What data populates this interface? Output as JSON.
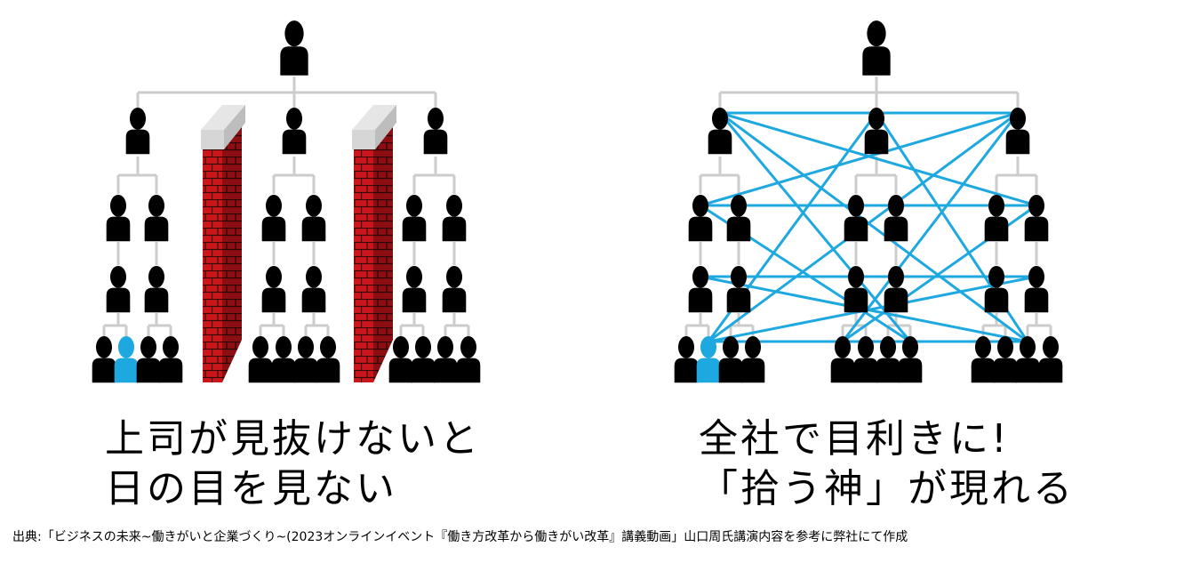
{
  "left": {
    "caption_line1": "上司が見抜けないと",
    "caption_line2": "日の目を見ない"
  },
  "right": {
    "caption_line1": "全社で目利きに!",
    "caption_line2": "「拾う神」が現れる"
  },
  "source": "出典:「ビジネスの未来~働きがいと企業づくり~(2023オンラインイベント『働き方改革から働きがい改革』講義動画」山口周氏講演内容を参考に弊社にて作成",
  "colors": {
    "person": "#000000",
    "highlight_person": "#1ea8e0",
    "tree_line": "#cccccc",
    "connection_line": "#1ea8e0",
    "wall_brick": "#c8161a",
    "wall_cap": "#bdbdbd"
  }
}
